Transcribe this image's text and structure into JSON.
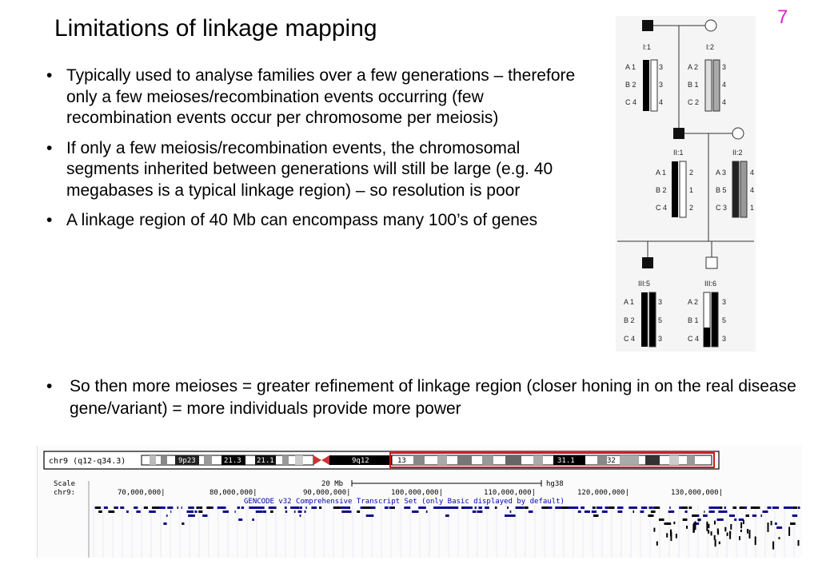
{
  "slide": {
    "number": "7",
    "title": "Limitations of linkage mapping",
    "bullets": [
      "Typically used to analyse families over a few generations – therefore only a few meioses/recombination events occurring (few recombination events occur per chromosome per meiosis)",
      "If only a few meiosis/recombination events, the chromosomal segments inherited between generations will still be large (e.g. 40 megabases is a typical linkage region) – so resolution is poor",
      "A linkage region of 40 Mb can encompass many 100’s of genes"
    ],
    "bottom_bullet": "So then more meioses = greater refinement of linkage region (closer honing in on the real disease gene/variant) = more individuals provide more power"
  },
  "pedigree": {
    "individuals": [
      {
        "id": "I:1",
        "markers": [
          "A 1",
          "B 2",
          "C 4"
        ],
        "partner": [
          "3",
          "3",
          "4"
        ]
      },
      {
        "id": "I:2",
        "markers": [
          "A 2",
          "B 1",
          "C 2"
        ],
        "partner": [
          "3",
          "4",
          "4"
        ]
      },
      {
        "id": "II:1",
        "markers": [
          "A 1",
          "B 2",
          "C 4"
        ],
        "partner": [
          "2",
          "1",
          "2"
        ]
      },
      {
        "id": "II:2",
        "markers": [
          "A 3",
          "B 5",
          "C 3"
        ],
        "partner": [
          "4",
          "4",
          "1"
        ]
      },
      {
        "id": "III:5",
        "markers": [
          "A 1",
          "B 2",
          "C 4"
        ],
        "partner": [
          "3",
          "5",
          "3"
        ]
      },
      {
        "id": "III:6",
        "markers": [
          "A 2",
          "B 1",
          "C 4"
        ],
        "partner": [
          "3",
          "5",
          "3"
        ]
      }
    ]
  },
  "browser": {
    "chrom_label": "chr9 (q12-q34.3)",
    "bands": [
      "9p23",
      "21.3",
      "21.1",
      "9q12",
      "13",
      "31.1",
      "32"
    ],
    "scale_label": "Scale",
    "chr_label": "chr9:",
    "scale_bar": "20 Mb",
    "assembly": "hg38",
    "positions": [
      "70,000,000|",
      "80,000,000|",
      "90,000,000|",
      "100,000,000|",
      "110,000,000|",
      "120,000,000|",
      "130,000,000|"
    ],
    "track_label": "GENCODE v32 Comprehensive Transcript Set (only Basic displayed by default)"
  }
}
